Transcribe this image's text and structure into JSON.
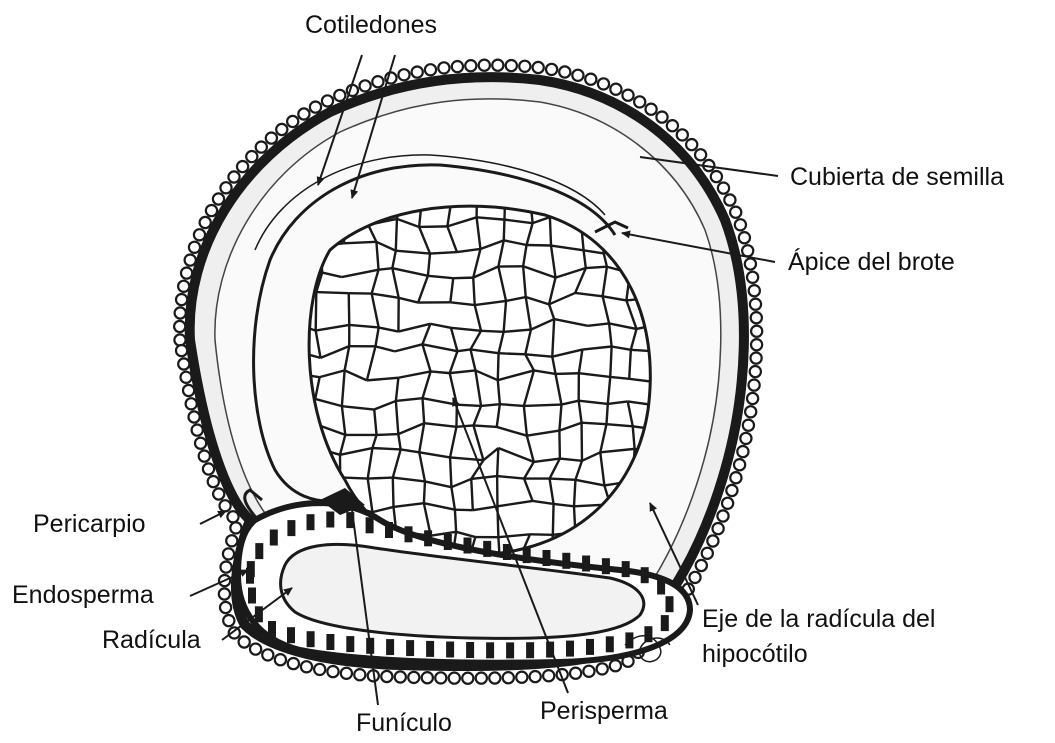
{
  "labels": {
    "cotiledones": "Cotiledones",
    "cubierta": "Cubierta de semilla",
    "apice": "Ápice del brote",
    "pericarpio": "Pericarpio",
    "endosperma": "Endosperma",
    "radicula": "Radícula",
    "eje_line1": "Eje de la radícula del",
    "eje_line2": "hipocótilo",
    "funiculo": "Funículo",
    "perisperma": "Perisperma"
  },
  "colors": {
    "ink": "#1a1a1a",
    "background": "#ffffff",
    "seed_fill": "#eeeeee"
  }
}
